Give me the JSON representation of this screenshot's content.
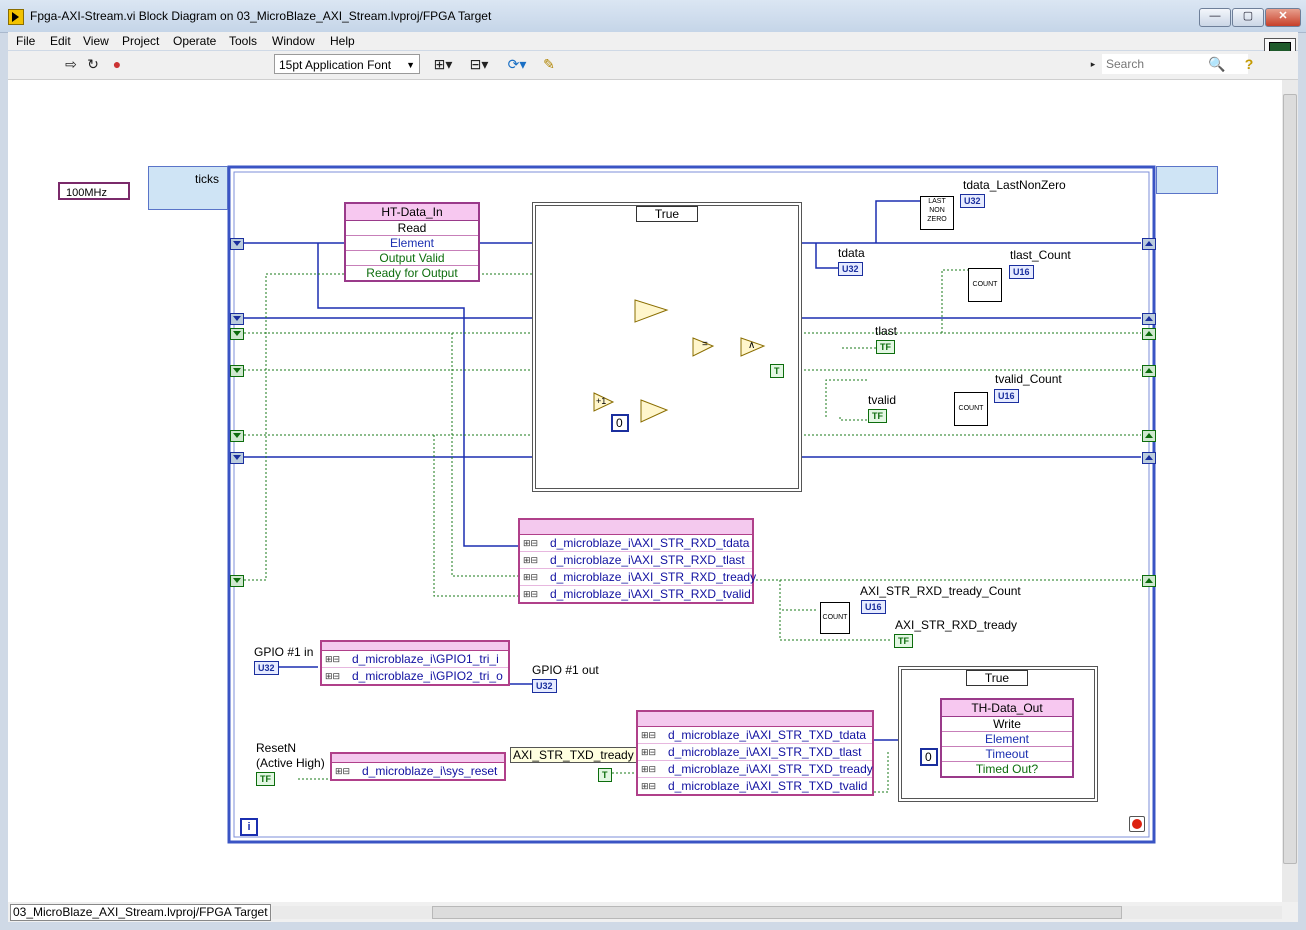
{
  "window": {
    "title": "Fpga-AXI-Stream.vi Block Diagram on 03_MicroBlaze_AXI_Stream.lvproj/FPGA Target",
    "buttons": [
      "—",
      "▢",
      "✕"
    ]
  },
  "menu": [
    "File",
    "Edit",
    "View",
    "Project",
    "Operate",
    "Tools",
    "Window",
    "Help"
  ],
  "toolbar": {
    "font": "15pt Application Font",
    "search_placeholder": "Search"
  },
  "diagram": {
    "clock": "100MHz",
    "ticks": "ticks",
    "fifo_in": {
      "title": "HT-Data_In",
      "rows": [
        "Read",
        "Element",
        "Output Valid",
        "Ready for Output"
      ]
    },
    "case_true": "True",
    "indicators": {
      "tdata_lastnonzero": "tdata_LastNonZero",
      "tdata": "tdata",
      "tlast_count": "tlast_Count",
      "tlast": "tlast",
      "tvalid_count": "tvalid_Count",
      "tvalid": "tvalid",
      "rxd_tready_count": "AXI_STR_RXD_tready_Count",
      "rxd_tready": "AXI_STR_RXD_tready",
      "gpio_in": "GPIO #1 in",
      "gpio_out": "GPIO #1 out",
      "resetn": "ResetN",
      "active_high": "(Active High)",
      "txd_tready": "AXI_STR_TXD_tready"
    },
    "types": {
      "u32": "U32",
      "u16": "U16",
      "tf": "TF",
      "t": "T"
    },
    "subvi": {
      "last_non_zero": "LAST NON ZERO",
      "count": "COUNT"
    },
    "consts": {
      "zero": "0",
      "plus_one": "+1"
    },
    "rxd_io": [
      "d_microblaze_i\\AXI_STR_RXD_tdata",
      "d_microblaze_i\\AXI_STR_RXD_tlast",
      "d_microblaze_i\\AXI_STR_RXD_tready",
      "d_microblaze_i\\AXI_STR_RXD_tvalid"
    ],
    "gpio_io": [
      "d_microblaze_i\\GPIO1_tri_i",
      "d_microblaze_i\\GPIO2_tri_o"
    ],
    "reset_io": [
      "d_microblaze_i\\sys_reset"
    ],
    "txd_io": [
      "d_microblaze_i\\AXI_STR_TXD_tdata",
      "d_microblaze_i\\AXI_STR_TXD_tlast",
      "d_microblaze_i\\AXI_STR_TXD_tready",
      "d_microblaze_i\\AXI_STR_TXD_tvalid"
    ],
    "fifo_out": {
      "title": "TH-Data_Out",
      "rows": [
        "Write",
        "Element",
        "Timeout",
        "Timed Out?"
      ]
    },
    "info_glyph": "i"
  },
  "status": {
    "path": "03_MicroBlaze_AXI_Stream.lvproj/FPGA Target"
  }
}
